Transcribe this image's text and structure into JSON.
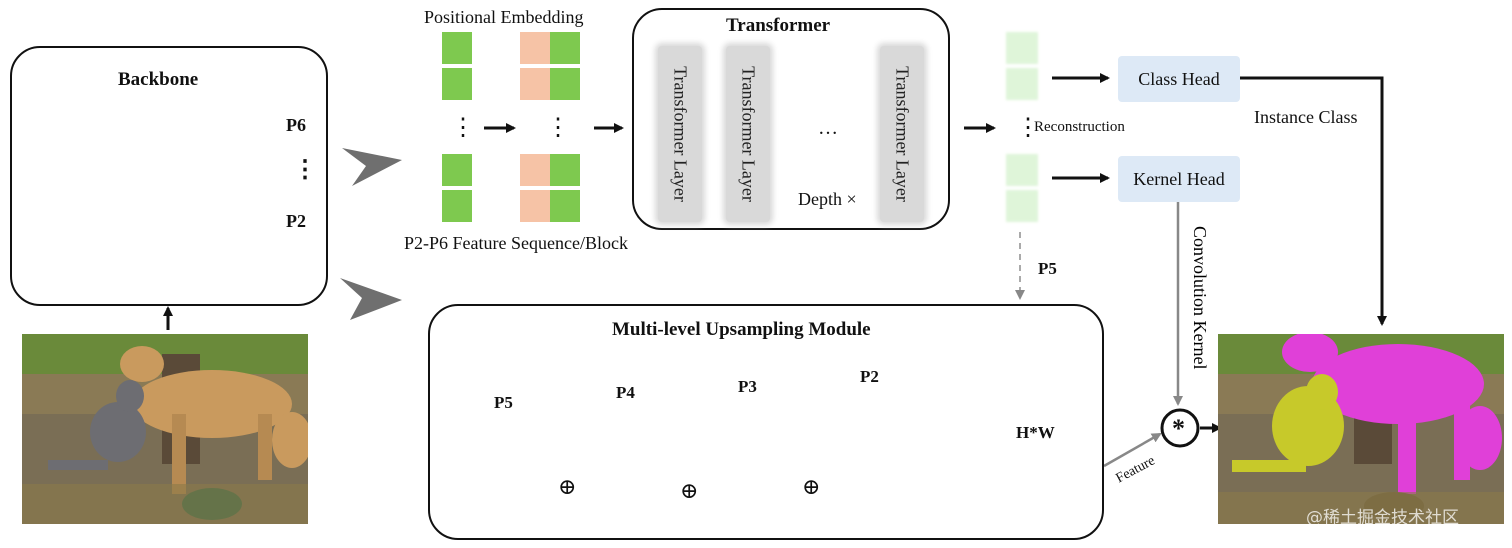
{
  "backbone": {
    "title": "Backbone",
    "p6": "P6",
    "p2": "P2",
    "vdots": "⋮"
  },
  "positional_embedding": "Positional Embedding",
  "feature_sequence": "P2-P6 Feature Sequence/Block",
  "transformer": {
    "title": "Transformer",
    "layer_label": "Transformer Layer",
    "hdots": "…",
    "depth": "Depth ×"
  },
  "reconstruction": "Reconstruction",
  "class_head": "Class Head",
  "kernel_head": "Kernel Head",
  "instance_class": "Instance Class",
  "convolution_kernel": "Convolution Kernel",
  "p5_link": "P5",
  "upsampling": {
    "title": "Multi-level Upsampling Module",
    "levels": [
      "P5",
      "P4",
      "P3",
      "P2"
    ],
    "hw": "H*W",
    "oplus": "⊕"
  },
  "feature": "Feature",
  "conv_symbol": "*",
  "watermark": "@稀土掘金技术社区",
  "colors": {
    "green": "#7ec94f",
    "salmon": "#f6c3a6",
    "light_green": "#dff5d9",
    "yellow": "#fbd352",
    "blue": "#8eb1df",
    "light_blue": "#b7d5f1",
    "dark_blue": "#6e93d9",
    "magenta": "#e040d8",
    "olive": "#c7c92a"
  },
  "icons": [
    "arrow-right-icon",
    "chevron-arrow-icon",
    "conv-circle-icon",
    "oplus-icon"
  ]
}
